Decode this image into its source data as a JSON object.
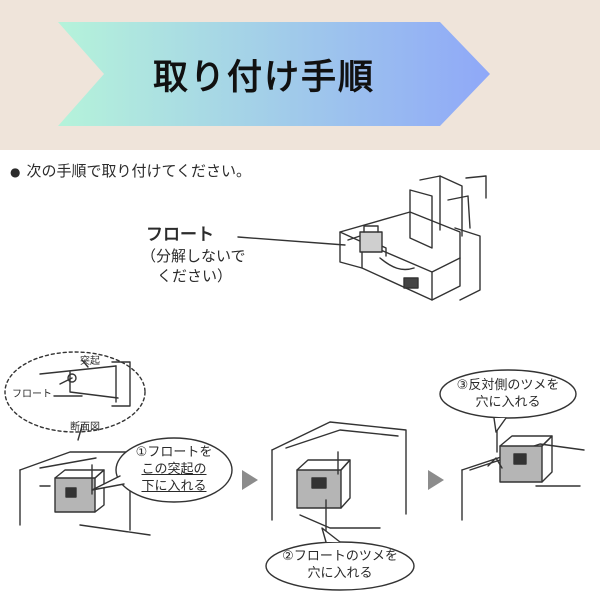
{
  "banner": {
    "title": "取り付け手順"
  },
  "intro": {
    "bullet": "●",
    "text": "次の手順で取り付けてください。"
  },
  "top_figure": {
    "float_label": "フロート",
    "float_note_line1": "（分解しないで",
    "float_note_line2": "ください）"
  },
  "detail": {
    "protrusion_label": "突起",
    "float_label": "フロート",
    "section_label": "断面図"
  },
  "steps": [
    {
      "line1": "①フロートを",
      "line2": "この突起の",
      "line3": "下に入れる"
    },
    {
      "line1": "②フロートのツメを",
      "line2": "穴に入れる"
    },
    {
      "line1": "③反対側のツメを",
      "line2": "穴に入れる"
    }
  ],
  "colors": {
    "header_bg": "#efe4da",
    "banner_start": "#b5f3da",
    "banner_end": "#8fa8f8",
    "line": "#333333"
  }
}
